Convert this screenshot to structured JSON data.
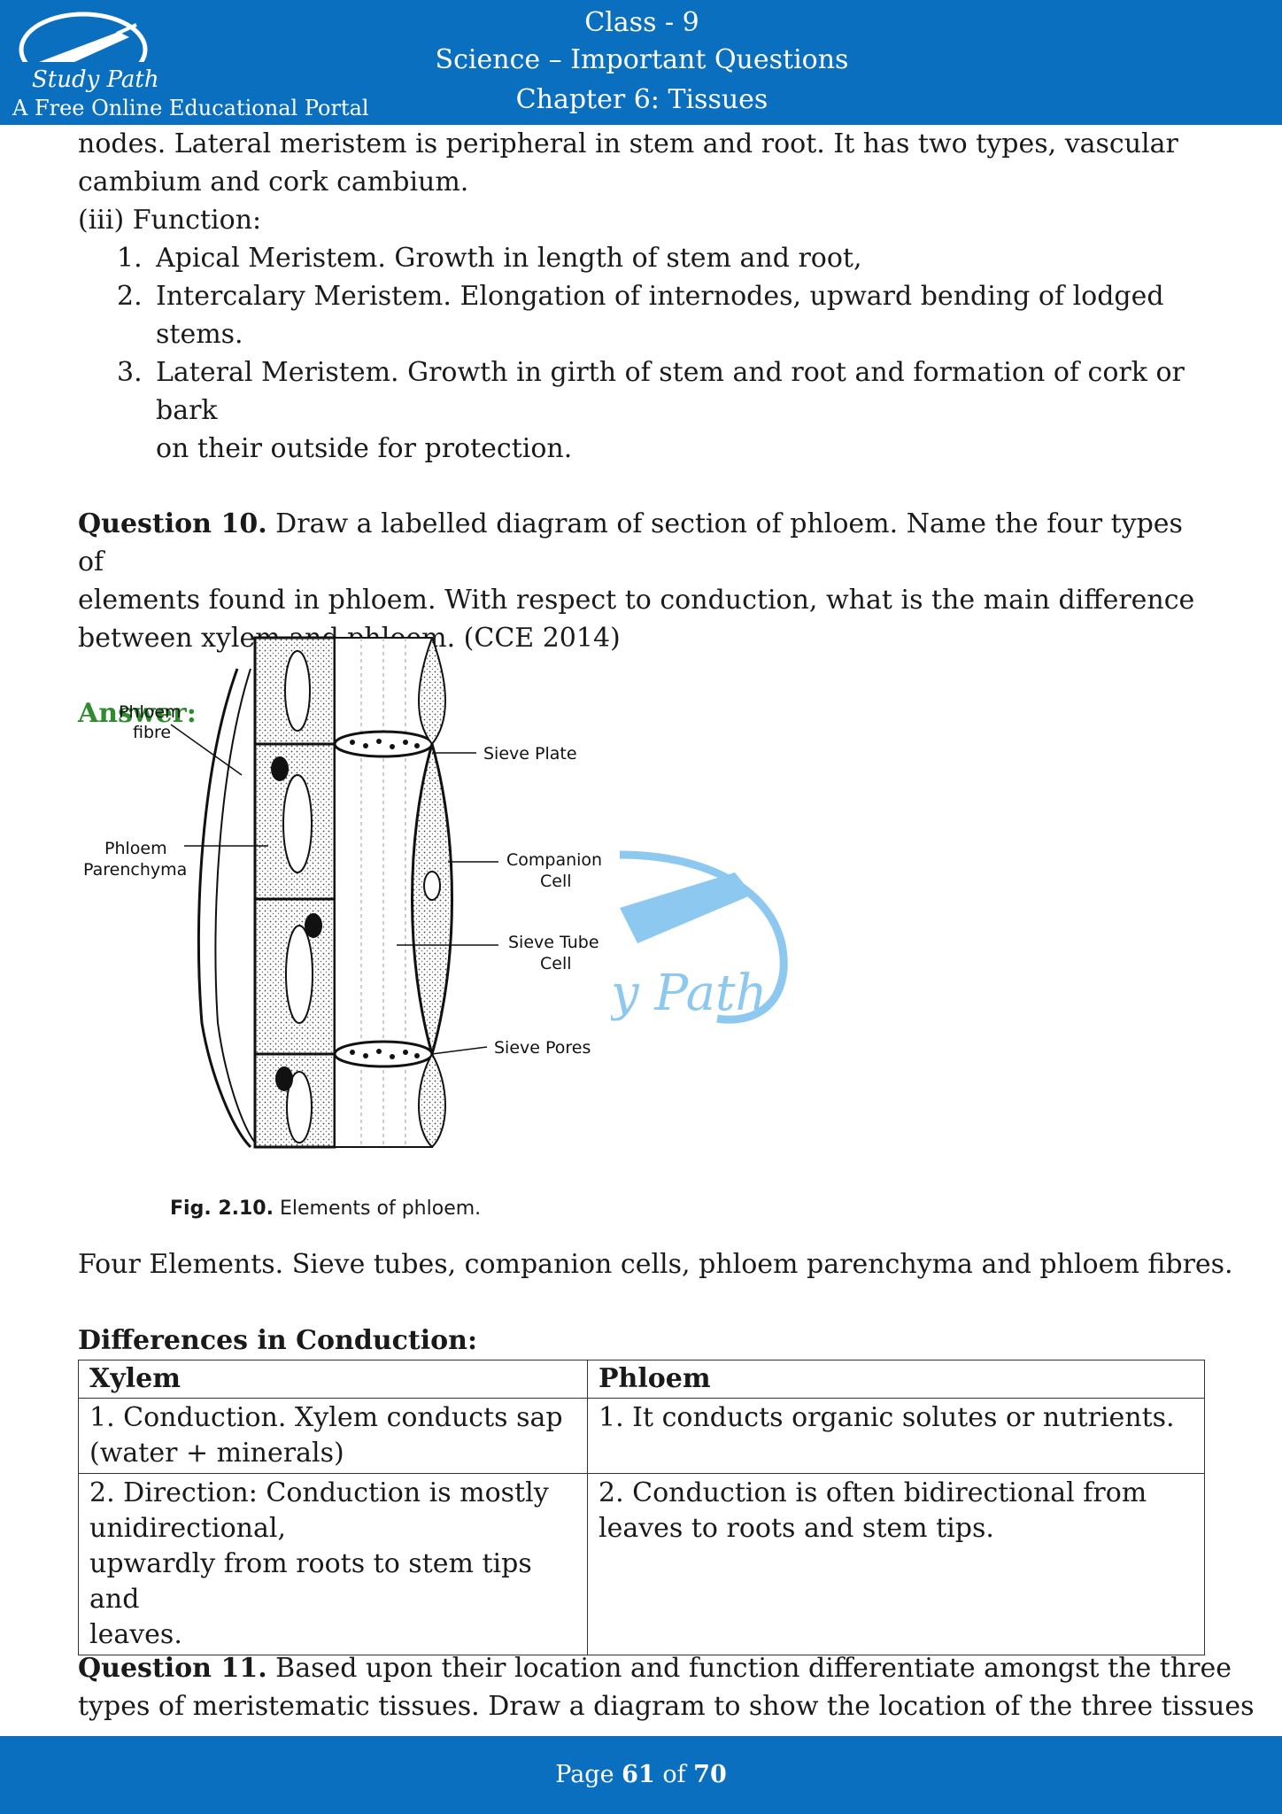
{
  "header": {
    "logo_text": "Study Path",
    "tagline": "A Free Online Educational Portal",
    "class_line": "Class - 9",
    "subject_line": "Science – Important Questions",
    "chapter_line": "Chapter 6: Tissues"
  },
  "intro": {
    "line1": "nodes. Lateral meristem is peripheral in stem and root. It has two types, vascular",
    "line2": "cambium and cork cambium.",
    "function_label": "(iii) Function:",
    "functions": [
      {
        "num": "1.",
        "text": "Apical Meristem. Growth in length of stem and root,"
      },
      {
        "num": "2.",
        "text": "Intercalary Meristem. Elongation of internodes, upward bending of lodged stems."
      },
      {
        "num": "3.",
        "text": "Lateral Meristem. Growth in girth of stem and root and formation of cork or bark",
        "text2": "on their outside for protection."
      }
    ]
  },
  "question10": {
    "label": "Question 10.",
    "text1": " Draw a labelled diagram of section of phloem. Name the four types of",
    "text2": "elements found in phloem. With respect to conduction, what is the main difference",
    "text3": "between xylem and phloem. (CCE 2014)"
  },
  "answer_label": "Answer:",
  "figure": {
    "labels": {
      "phloem_fibre_1": "Phloem",
      "phloem_fibre_2": "fibre",
      "phloem_parenchyma_1": "Phloem",
      "phloem_parenchyma_2": "Parenchyma",
      "sieve_plate": "Sieve Plate",
      "companion_cell_1": "Companion",
      "companion_cell_2": "Cell",
      "sieve_tube_1": "Sieve Tube",
      "sieve_tube_2": "Cell",
      "sieve_pores": "Sieve Pores"
    },
    "caption_bold": "Fig. 2.10.",
    "caption_text": " Elements of phloem.",
    "watermark_text": "y Path"
  },
  "four_elements": "Four Elements. Sieve tubes, companion cells, phloem parenchyma and phloem fibres.",
  "differences": {
    "title": "Differences in Conduction:",
    "headers": [
      "Xylem",
      "Phloem"
    ],
    "rows": [
      {
        "xylem": [
          "1. Conduction. Xylem conducts sap",
          "(water + minerals)"
        ],
        "phloem": [
          "1. It conducts organic solutes or nutrients."
        ]
      },
      {
        "xylem": [
          "2. Direction: Conduction is mostly",
          "unidirectional,",
          "upwardly from roots to stem tips and",
          "leaves."
        ],
        "phloem": [
          "2. Conduction is often bidirectional from",
          "leaves to roots and stem tips."
        ]
      }
    ]
  },
  "question11": {
    "label": "Question 11.",
    "text1": " Based upon their location and function differentiate amongst the three",
    "text2": "types of meristematic tissues. Draw a diagram to show the location of the three tissues"
  },
  "footer": {
    "page_prefix": "Page ",
    "page_num": "61",
    "page_of": " of ",
    "page_total": "70"
  }
}
